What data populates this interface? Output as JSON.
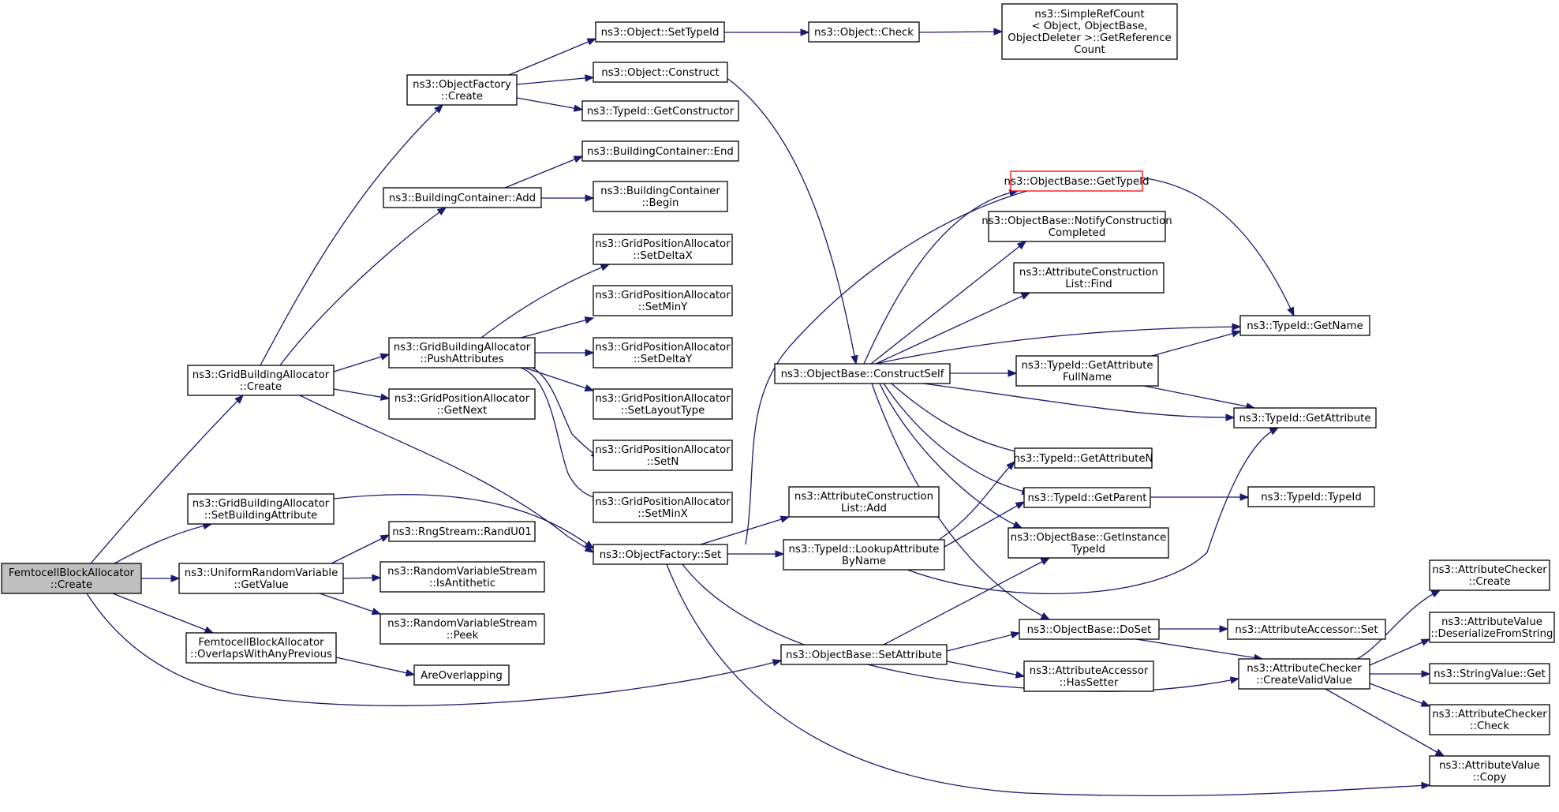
{
  "graph": {
    "edge_color": "#191970",
    "root_fill": "#bfbfbf",
    "missing_border": "#ff0000",
    "nodes": [
      {
        "id": "root",
        "lines": [
          "FemtocellBlockAllocator",
          "::Create"
        ]
      },
      {
        "id": "gba_create",
        "lines": [
          "ns3::GridBuildingAllocator",
          "::Create"
        ]
      },
      {
        "id": "gba_setbuild",
        "lines": [
          "ns3::GridBuildingAllocator",
          "::SetBuildingAttribute"
        ]
      },
      {
        "id": "urv_getvalue",
        "lines": [
          "ns3::UniformRandomVariable",
          "::GetValue"
        ]
      },
      {
        "id": "fba_overlaps",
        "lines": [
          "FemtocellBlockAllocator",
          "::OverlapsWithAnyPrevious"
        ]
      },
      {
        "id": "areoverlapping",
        "lines": [
          "AreOverlapping"
        ]
      },
      {
        "id": "of_create",
        "lines": [
          "ns3::ObjectFactory",
          "::Create"
        ]
      },
      {
        "id": "bc_add",
        "lines": [
          "ns3::BuildingContainer::Add"
        ]
      },
      {
        "id": "gba_push",
        "lines": [
          "ns3::GridBuildingAllocator",
          "::PushAttributes"
        ]
      },
      {
        "id": "gpa_getnext",
        "lines": [
          "ns3::GridPositionAllocator",
          "::GetNext"
        ]
      },
      {
        "id": "of_set",
        "lines": [
          "ns3::ObjectFactory::Set"
        ]
      },
      {
        "id": "rng_rand",
        "lines": [
          "ns3::RngStream::RandU01"
        ]
      },
      {
        "id": "rvs_isanti",
        "lines": [
          "ns3::RandomVariableStream",
          "::IsAntithetic"
        ]
      },
      {
        "id": "rvs_peek",
        "lines": [
          "ns3::RandomVariableStream",
          "::Peek"
        ]
      },
      {
        "id": "obj_settypeid",
        "lines": [
          "ns3::Object::SetTypeId"
        ]
      },
      {
        "id": "obj_construct",
        "lines": [
          "ns3::Object::Construct"
        ]
      },
      {
        "id": "tid_getctor",
        "lines": [
          "ns3::TypeId::GetConstructor"
        ]
      },
      {
        "id": "obj_check",
        "lines": [
          "ns3::Object::Check"
        ]
      },
      {
        "id": "simplerefcount",
        "lines": [
          "ns3::SimpleRefCount",
          "< Object, ObjectBase,",
          " ObjectDeleter >::GetReference",
          "Count"
        ]
      },
      {
        "id": "bc_end",
        "lines": [
          "ns3::BuildingContainer::End"
        ]
      },
      {
        "id": "bc_begin",
        "lines": [
          "ns3::BuildingContainer",
          "::Begin"
        ]
      },
      {
        "id": "gpa_setdeltax",
        "lines": [
          "ns3::GridPositionAllocator",
          "::SetDeltaX"
        ]
      },
      {
        "id": "gpa_setminy",
        "lines": [
          "ns3::GridPositionAllocator",
          "::SetMinY"
        ]
      },
      {
        "id": "gpa_setdeltay",
        "lines": [
          "ns3::GridPositionAllocator",
          "::SetDeltaY"
        ]
      },
      {
        "id": "gpa_setlayout",
        "lines": [
          "ns3::GridPositionAllocator",
          "::SetLayoutType"
        ]
      },
      {
        "id": "gpa_setn",
        "lines": [
          "ns3::GridPositionAllocator",
          "::SetN"
        ]
      },
      {
        "id": "gpa_setminx",
        "lines": [
          "ns3::GridPositionAllocator",
          "::SetMinX"
        ]
      },
      {
        "id": "acl_add",
        "lines": [
          "ns3::AttributeConstruction",
          "List::Add"
        ]
      },
      {
        "id": "tid_lookup",
        "lines": [
          "ns3::TypeId::LookupAttribute",
          "ByName"
        ]
      },
      {
        "id": "ob_setattr",
        "lines": [
          "ns3::ObjectBase::SetAttribute"
        ]
      },
      {
        "id": "ob_constructself",
        "lines": [
          "ns3::ObjectBase::ConstructSelf"
        ]
      },
      {
        "id": "ob_gettypeid",
        "lines": [
          "ns3::ObjectBase::GetTypeId"
        ]
      },
      {
        "id": "ob_notify",
        "lines": [
          "ns3::ObjectBase::NotifyConstruction",
          "Completed"
        ]
      },
      {
        "id": "acl_find",
        "lines": [
          "ns3::AttributeConstruction",
          "List::Find"
        ]
      },
      {
        "id": "tid_getattrfull",
        "lines": [
          "ns3::TypeId::GetAttribute",
          "FullName"
        ]
      },
      {
        "id": "tid_getattrn",
        "lines": [
          "ns3::TypeId::GetAttributeN"
        ]
      },
      {
        "id": "tid_getparent",
        "lines": [
          "ns3::TypeId::GetParent"
        ]
      },
      {
        "id": "ob_getinstance",
        "lines": [
          "ns3::ObjectBase::GetInstance",
          "TypeId"
        ]
      },
      {
        "id": "ob_doset",
        "lines": [
          "ns3::ObjectBase::DoSet"
        ]
      },
      {
        "id": "aa_hassetter",
        "lines": [
          "ns3::AttributeAccessor",
          "::HasSetter"
        ]
      },
      {
        "id": "tid_getname",
        "lines": [
          "ns3::TypeId::GetName"
        ]
      },
      {
        "id": "tid_getattribute",
        "lines": [
          "ns3::TypeId::GetAttribute"
        ]
      },
      {
        "id": "tid_typeid",
        "lines": [
          "ns3::TypeId::TypeId"
        ]
      },
      {
        "id": "aa_set",
        "lines": [
          "ns3::AttributeAccessor::Set"
        ]
      },
      {
        "id": "ac_createvalid",
        "lines": [
          "ns3::AttributeChecker",
          "::CreateValidValue"
        ]
      },
      {
        "id": "ac_create",
        "lines": [
          "ns3::AttributeChecker",
          "::Create"
        ]
      },
      {
        "id": "av_deser",
        "lines": [
          "ns3::AttributeValue",
          "::DeserializeFromString"
        ]
      },
      {
        "id": "sv_get",
        "lines": [
          "ns3::StringValue::Get"
        ]
      },
      {
        "id": "ac_check",
        "lines": [
          "ns3::AttributeChecker",
          "::Check"
        ]
      },
      {
        "id": "av_copy",
        "lines": [
          "ns3::AttributeValue",
          "::Copy"
        ]
      }
    ]
  }
}
